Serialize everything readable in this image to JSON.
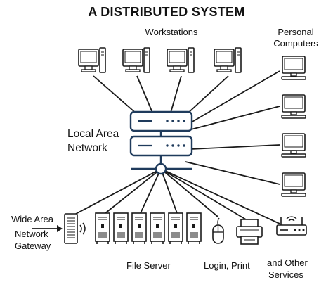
{
  "title": "A DISTRIBUTED SYSTEM",
  "labels": {
    "workstations": "Workstations",
    "personal_computers_line1": "Personal",
    "personal_computers_line2": "Computers",
    "lan_line1": "Local Area",
    "lan_line2": "Network",
    "wan_line1": "Wide Area",
    "wan_line2": "Network",
    "wan_line3": "Gateway",
    "file_server": "File Server",
    "login_print": "Login,  Print",
    "other_services_line1": "and Other",
    "other_services_line2": "Services"
  },
  "colors": {
    "stroke": "#1a1a1a",
    "network_blue": "#1f3b5c",
    "background": "#ffffff"
  },
  "icons": {
    "workstation": "desktop-computer-icon",
    "personal_computer": "monitor-icon",
    "hub": "server-switch-icon",
    "gateway": "gateway-device-icon",
    "file_server": "server-tower-icon",
    "login": "mouse-icon",
    "print": "printer-icon",
    "router": "router-icon"
  }
}
